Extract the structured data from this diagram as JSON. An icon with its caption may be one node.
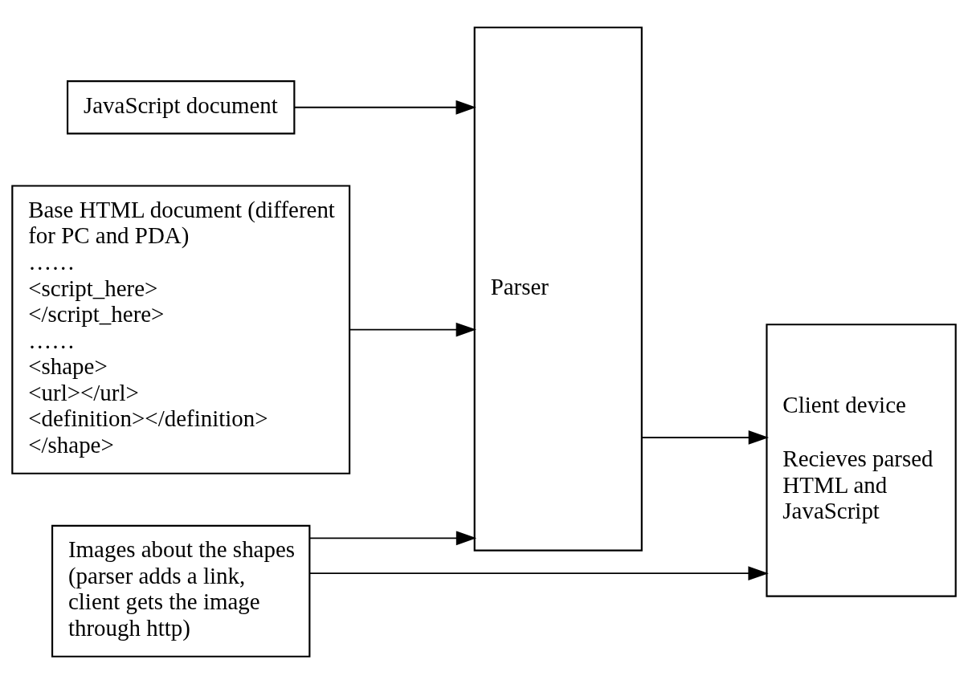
{
  "diagram": {
    "nodes": [
      {
        "text": [
          "JavaScript document"
        ]
      },
      {
        "text": [
          "Base HTML document (different for PC and PDA)",
          "……",
          "<script_here>",
          "</script_here>",
          "……",
          "<shape>",
          "<url></url>",
          "<definition></definition>",
          "</shape>"
        ]
      },
      {
        "text": [
          "Parser"
        ]
      },
      {
        "text": [
          "Client device",
          "Recieves parsed HTML and JavaScript"
        ]
      },
      {
        "text": [
          "Images about the shapes (parser adds a link, client gets the image through http)"
        ]
      }
    ],
    "edges": [
      {
        "from": 0,
        "to": 2,
        "arrow": "to"
      },
      {
        "from": 1,
        "to": 2,
        "arrow": "to"
      },
      {
        "from": 4,
        "to": 2,
        "arrow": "to"
      },
      {
        "from": 2,
        "to": 3,
        "arrow": "to"
      },
      {
        "from": 4,
        "to": 3,
        "arrow": "to"
      }
    ]
  }
}
